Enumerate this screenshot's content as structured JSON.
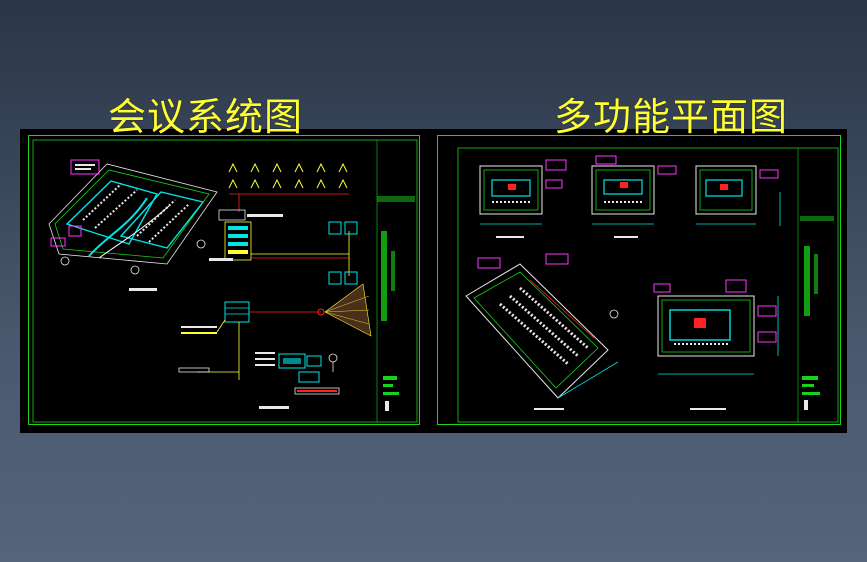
{
  "titles": {
    "left": "会议系统图",
    "right": "多功能平面图"
  },
  "colors": {
    "background_top": "#2b3646",
    "background_bottom": "#55647b",
    "title": "#ffff33",
    "drawing_background": "#000000",
    "frame": "#19d219",
    "cad_cyan": "#00e5e5",
    "cad_magenta": "#ff33ff",
    "cad_yellow": "#ffff33",
    "cad_red": "#ff2222",
    "cad_white": "#e8e8e8"
  },
  "sheets": [
    {
      "id": "left",
      "content": "meeting-system-diagram"
    },
    {
      "id": "right",
      "content": "multifunction-floor-plans"
    }
  ]
}
